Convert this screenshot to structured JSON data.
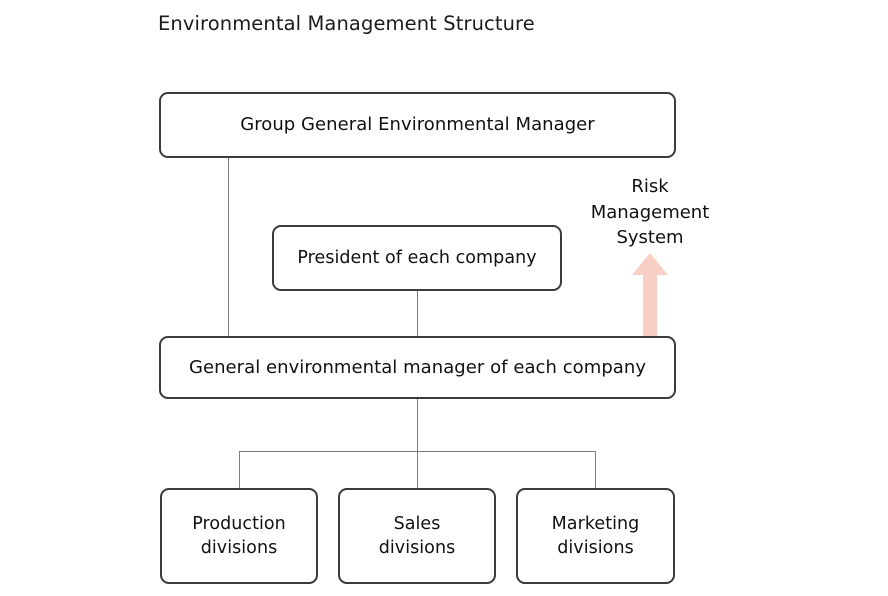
{
  "title": "Environmental Management Structure",
  "colors": {
    "background": "#ffffff",
    "box_border": "#3b3b3b",
    "box_fill": "#ffffff",
    "text": "#111111",
    "title_text": "#1b1b1b",
    "connector_line": "#7d7d7d",
    "arrow_fill": "#f9cfc5"
  },
  "chart_data": {
    "type": "diagram",
    "title": "Environmental Management Structure",
    "diagram_kind": "organizational-hierarchy",
    "nodes": [
      {
        "id": "group-manager",
        "label": "Group General Environmental Manager",
        "level": 1
      },
      {
        "id": "president",
        "label": "President of each company",
        "level": 2
      },
      {
        "id": "general-manager",
        "label": "General environmental manager of each company",
        "level": 3
      },
      {
        "id": "production",
        "label": "Production\ndivisions",
        "level": 4
      },
      {
        "id": "sales",
        "label": "Sales\ndivisions",
        "level": 4
      },
      {
        "id": "marketing",
        "label": "Marketing\ndivisions",
        "level": 4
      }
    ],
    "edges": [
      {
        "from": "group-manager",
        "to": "general-manager"
      },
      {
        "from": "president",
        "to": "general-manager"
      },
      {
        "from": "general-manager",
        "to": "production"
      },
      {
        "from": "general-manager",
        "to": "sales"
      },
      {
        "from": "general-manager",
        "to": "marketing"
      }
    ],
    "annotations": [
      {
        "id": "risk-management-system",
        "label": "Risk\nManagement\nSystem",
        "marker": "up-arrow",
        "marker_color": "#f9cfc5",
        "points_to": "general-manager"
      }
    ]
  },
  "boxes": {
    "group_manager": {
      "label": "Group General Environmental Manager"
    },
    "president": {
      "label": "President of each company"
    },
    "general_manager": {
      "label": "General environmental manager of each company"
    },
    "production": {
      "label": "Production\ndivisions"
    },
    "sales": {
      "label": "Sales\ndivisions"
    },
    "marketing": {
      "label": "Marketing\ndivisions"
    }
  },
  "risk": {
    "label": "Risk\nManagement\nSystem"
  }
}
